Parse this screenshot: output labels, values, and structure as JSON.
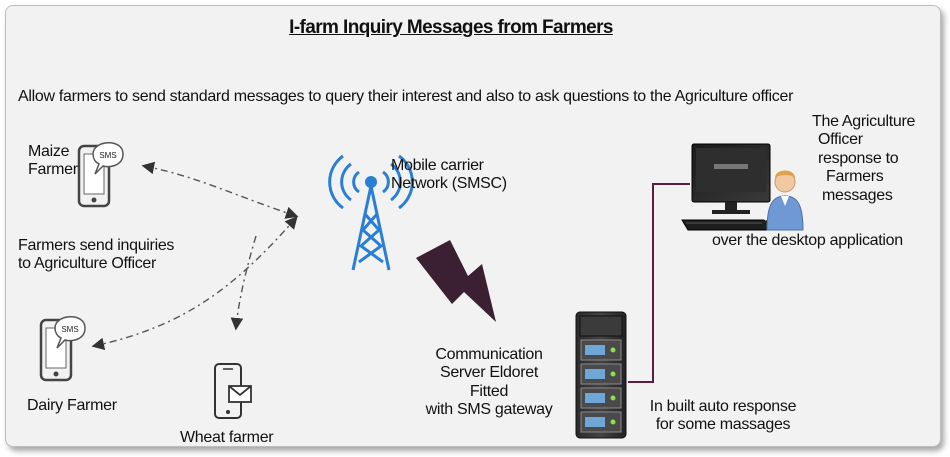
{
  "title": "I-farm Inquiry Messages from Farmers",
  "subtitle": "Allow farmers to send standard messages to query their interest and also to ask questions to the Agriculture officer",
  "nodes": {
    "maize_farmer": [
      "Maize",
      "Farmer"
    ],
    "dairy_farmer": "Dairy Farmer",
    "wheat_farmer": "Wheat farmer",
    "farmers_note": [
      "Farmers send inquiries",
      "to Agriculture Officer"
    ],
    "network": [
      "Mobile carrier",
      "Network (SMSC)"
    ],
    "server": [
      "Communication",
      "Server Eldoret",
      "Fitted",
      "with SMS gateway"
    ],
    "auto_response": [
      "In built auto response",
      "for some massages"
    ],
    "officer": [
      "The Agriculture",
      "Officer",
      "response to",
      "Farmers",
      "messages",
      "over the desktop application"
    ]
  },
  "icons": {
    "sms_badge": "SMS",
    "phone": "phone-icon",
    "tower": "antenna-tower-icon",
    "lightning": "lightning-bolt-icon",
    "server": "server-rack-icon",
    "desktop": "desktop-computer-icon",
    "person": "user-icon",
    "envelope": "envelope-icon"
  },
  "colors": {
    "background": "#f2f2f2",
    "tower_blue": "#2a7fd4",
    "lightning": "#3b1f33",
    "connector": "#5a1f3f",
    "arrows": "#555555",
    "server_lights": "#8ee04a"
  }
}
